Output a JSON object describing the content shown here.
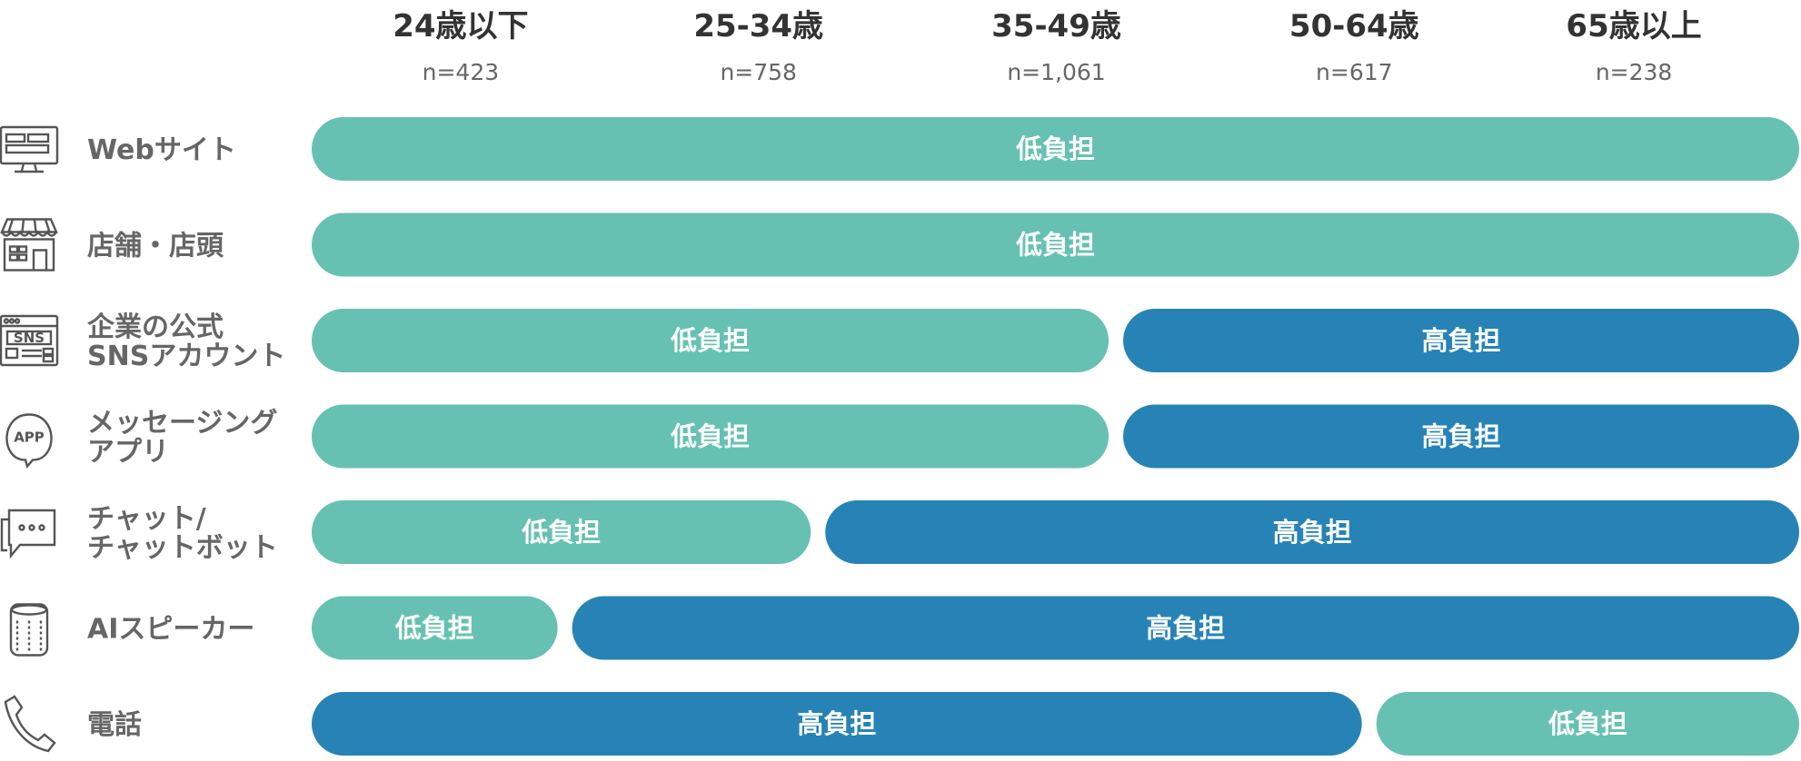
{
  "chart_data": {
    "type": "bar",
    "orientation": "horizontal",
    "categories": [
      "24歳以下",
      "25-34歳",
      "35-49歳",
      "50-64歳",
      "65歳以上"
    ],
    "sample_sizes": [
      "n=423",
      "n=758",
      "n=1,061",
      "n=617",
      "n=238"
    ],
    "channels": [
      {
        "name": "Webサイト",
        "lines": [
          "Webサイト"
        ],
        "icon": "monitor-icon",
        "segments": [
          {
            "label": "低負担",
            "from": 0,
            "to": 5,
            "level": "low"
          }
        ]
      },
      {
        "name": "店舗・店頭",
        "lines": [
          "店舗・店頭"
        ],
        "icon": "storefront-icon",
        "segments": [
          {
            "label": "低負担",
            "from": 0,
            "to": 5,
            "level": "low"
          }
        ]
      },
      {
        "name": "企業の公式SNSアカウント",
        "lines": [
          "企業の公式",
          "SNSアカウント"
        ],
        "icon": "sns-window-icon",
        "segments": [
          {
            "label": "低負担",
            "from": 0,
            "to": 2.7,
            "level": "low"
          },
          {
            "label": "高負担",
            "from": 2.7,
            "to": 5,
            "level": "high"
          }
        ]
      },
      {
        "name": "メッセージングアプリ",
        "lines": [
          "メッセージング",
          "アプリ"
        ],
        "icon": "app-bubble-icon",
        "segments": [
          {
            "label": "低負担",
            "from": 0,
            "to": 2.7,
            "level": "low"
          },
          {
            "label": "高負担",
            "from": 2.7,
            "to": 5,
            "level": "high"
          }
        ]
      },
      {
        "name": "チャット/チャットボット",
        "lines": [
          "チャット/",
          "チャットボット"
        ],
        "icon": "chat-bubble-icon",
        "segments": [
          {
            "label": "低負担",
            "from": 0,
            "to": 1.7,
            "level": "low"
          },
          {
            "label": "高負担",
            "from": 1.7,
            "to": 5,
            "level": "high"
          }
        ]
      },
      {
        "name": "AIスピーカー",
        "lines": [
          "AIスピーカー"
        ],
        "icon": "smart-speaker-icon",
        "segments": [
          {
            "label": "低負担",
            "from": 0,
            "to": 0.85,
            "level": "low"
          },
          {
            "label": "高負担",
            "from": 0.85,
            "to": 5,
            "level": "high"
          }
        ]
      },
      {
        "name": "電話",
        "lines": [
          "電話"
        ],
        "icon": "phone-handset-icon",
        "segments": [
          {
            "label": "高負担",
            "from": 0,
            "to": 3.55,
            "level": "high"
          },
          {
            "label": "低負担",
            "from": 3.55,
            "to": 5,
            "level": "low"
          }
        ]
      }
    ],
    "colors": {
      "low": "#67c1b3",
      "high": "#2783b5"
    },
    "legend": "none",
    "grid": false
  }
}
